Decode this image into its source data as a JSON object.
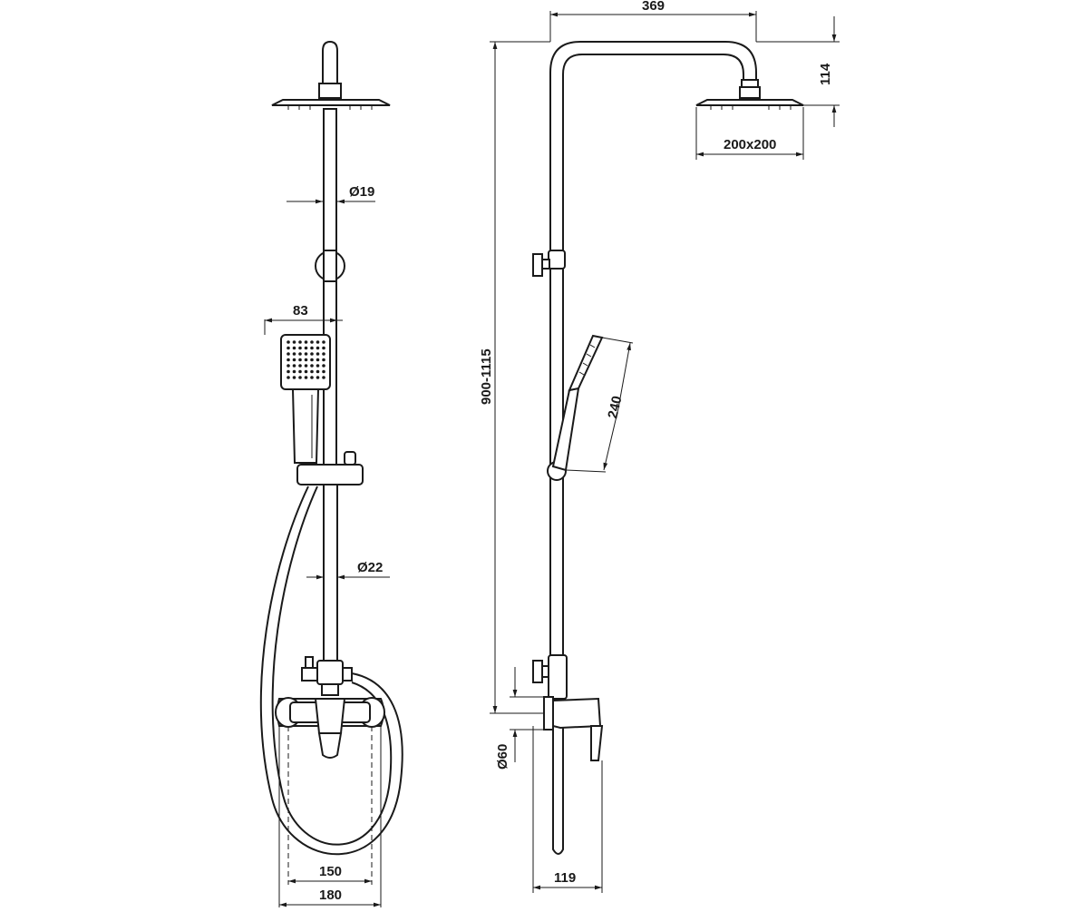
{
  "drawing": {
    "front_view": {
      "dimensions": {
        "rod_top_diameter": "Ø19",
        "hand_shower_width": "83",
        "rod_bottom_diameter": "Ø22",
        "mixer_spacing": "150",
        "mixer_width": "180"
      }
    },
    "side_view": {
      "dimensions": {
        "arm_reach": "369",
        "head_drop": "114",
        "head_size": "200x200",
        "height_range": "900-1115",
        "hand_shower_length": "240",
        "outlet_diameter": "Ø60",
        "wall_depth": "119"
      }
    },
    "colors": {
      "line": "#1a1a1a",
      "background": "#ffffff"
    }
  }
}
